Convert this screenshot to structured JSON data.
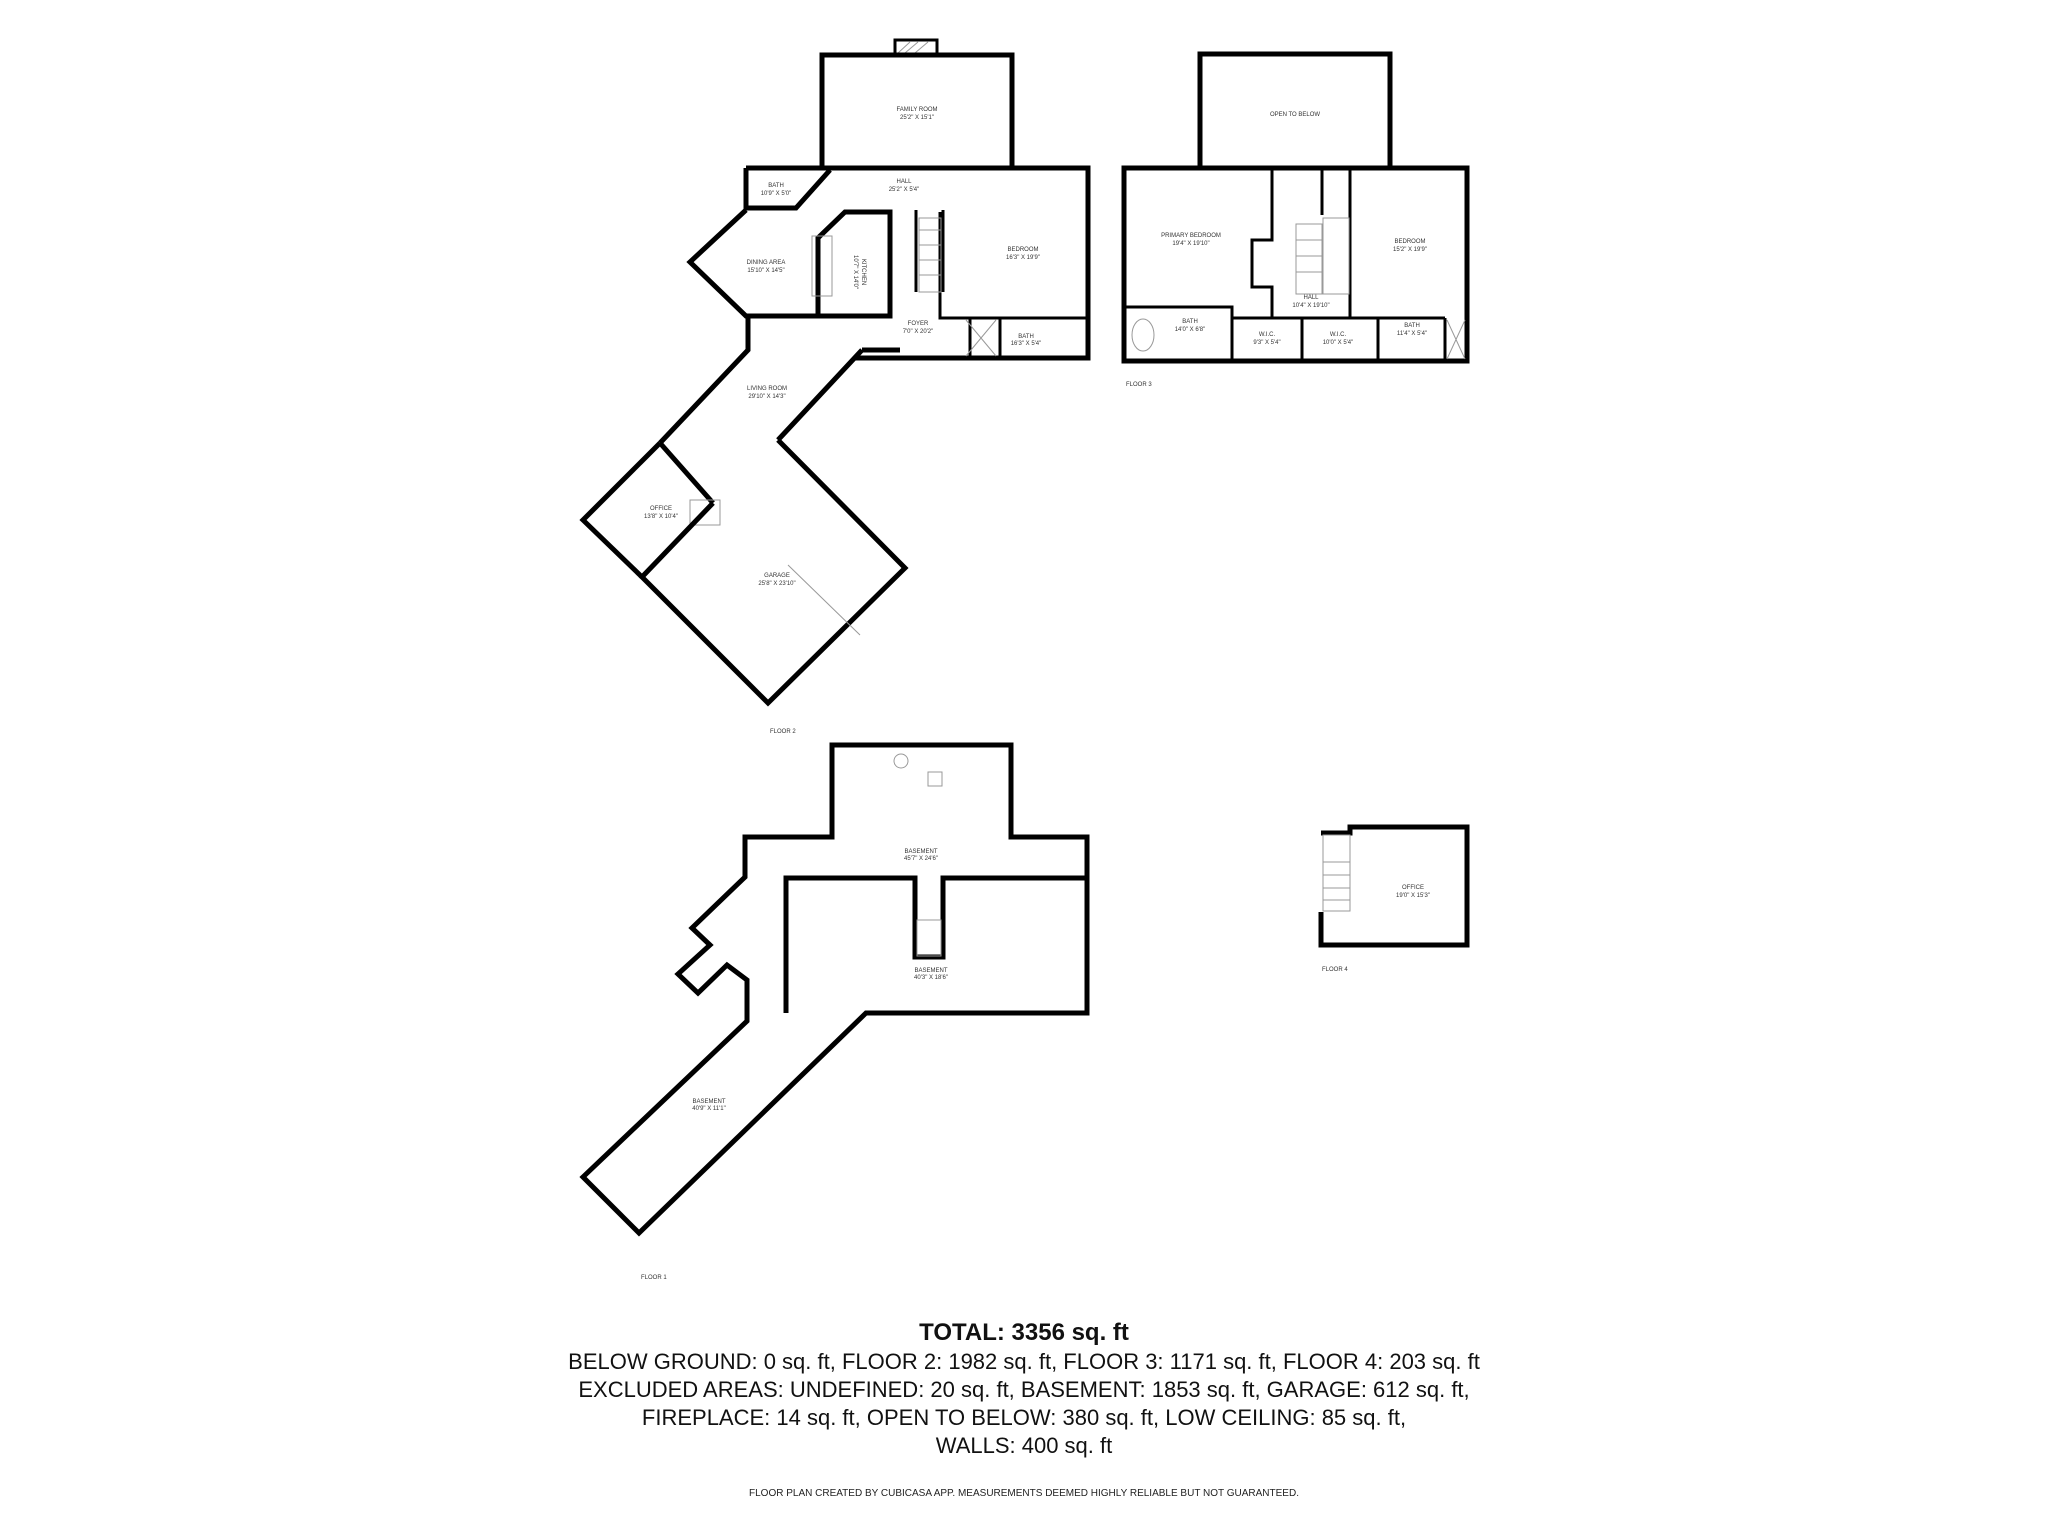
{
  "floors": {
    "floor2": {
      "label": "FLOOR 2",
      "rooms": {
        "family_room": {
          "name": "FAMILY ROOM",
          "dims": "25'2\" X 15'1\""
        },
        "hall": {
          "name": "HALL",
          "dims": "25'2\" X 5'4\""
        },
        "bath1": {
          "name": "BATH",
          "dims": "10'9\" X 5'0\""
        },
        "dining": {
          "name": "DINING AREA",
          "dims": "15'10\" X 14'5\""
        },
        "kitchen": {
          "name": "KITCHEN",
          "dims": "10'7\" X 14'0\""
        },
        "bedroom": {
          "name": "BEDROOM",
          "dims": "16'3\" X 19'9\""
        },
        "foyer": {
          "name": "FOYER",
          "dims": "7'0\" X 20'2\""
        },
        "bath2": {
          "name": "BATH",
          "dims": "16'3\" X 5'4\""
        },
        "living": {
          "name": "LIVING ROOM",
          "dims": "29'10\" X 14'3\""
        },
        "office": {
          "name": "OFFICE",
          "dims": "13'8\" X 10'4\""
        },
        "garage": {
          "name": "GARAGE",
          "dims": "25'8\" X 23'10\""
        }
      }
    },
    "floor3": {
      "label": "FLOOR 3",
      "rooms": {
        "open": {
          "name": "OPEN TO BELOW"
        },
        "primary": {
          "name": "PRIMARY BEDROOM",
          "dims": "19'4\" X 19'10\""
        },
        "bedroom": {
          "name": "BEDROOM",
          "dims": "15'2\" X 19'9\""
        },
        "hall": {
          "name": "HALL",
          "dims": "10'4\" X 19'10\""
        },
        "bath1": {
          "name": "BATH",
          "dims": "14'0\" X 6'8\""
        },
        "wic1": {
          "name": "W.I.C.",
          "dims": "9'3\" X 5'4\""
        },
        "wic2": {
          "name": "W.I.C.",
          "dims": "10'0\" X 5'4\""
        },
        "bath2": {
          "name": "BATH",
          "dims": "11'4\" X 5'4\""
        }
      }
    },
    "floor1": {
      "label": "FLOOR 1",
      "rooms": {
        "basement1": {
          "name": "BASEMENT",
          "dims": "45'7\" X 24'6\""
        },
        "basement2": {
          "name": "BASEMENT",
          "dims": "40'3\" X 18'6\""
        },
        "basement3": {
          "name": "BASEMENT",
          "dims": "40'9\" X 11'1\""
        }
      }
    },
    "floor4": {
      "label": "FLOOR 4",
      "rooms": {
        "office": {
          "name": "OFFICE",
          "dims": "19'0\" X 15'3\""
        }
      }
    }
  },
  "summary": {
    "total": "TOTAL: 3356 sq. ft",
    "line1": "BELOW GROUND: 0 sq. ft, FLOOR 2: 1982 sq. ft, FLOOR 3: 1171 sq. ft, FLOOR 4: 203 sq. ft",
    "line2": "EXCLUDED AREAS: UNDEFINED: 20 sq. ft, BASEMENT: 1853 sq. ft, GARAGE: 612 sq. ft,",
    "line3": "FIREPLACE: 14 sq. ft, OPEN TO BELOW: 380 sq. ft, LOW CEILING: 85 sq. ft,",
    "line4": "WALLS: 400 sq. ft"
  },
  "footer": "FLOOR PLAN CREATED BY CUBICASA APP. MEASUREMENTS DEEMED HIGHLY RELIABLE BUT NOT GUARANTEED."
}
